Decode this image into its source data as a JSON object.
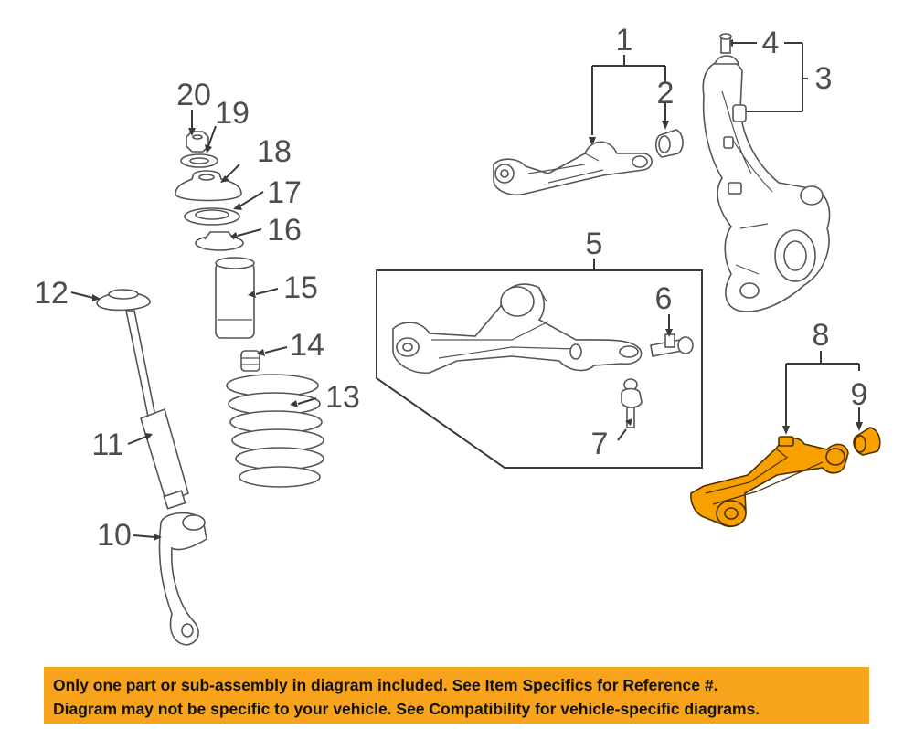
{
  "callouts": {
    "c1": "1",
    "c2": "2",
    "c3": "3",
    "c4": "4",
    "c5": "5",
    "c6": "6",
    "c7": "7",
    "c8": "8",
    "c9": "9",
    "c10": "10",
    "c11": "11",
    "c12": "12",
    "c13": "13",
    "c14": "14",
    "c15": "15",
    "c16": "16",
    "c17": "17",
    "c18": "18",
    "c19": "19",
    "c20": "20"
  },
  "colors": {
    "highlight": "#f7a000",
    "banner": "#f7a31c"
  },
  "disclaimer": {
    "line1": "Only one part or sub-assembly in diagram included. See Item Specifics for Reference #.",
    "line2": "Diagram may not be specific to your vehicle. See Compatibility for vehicle-specific diagrams."
  }
}
